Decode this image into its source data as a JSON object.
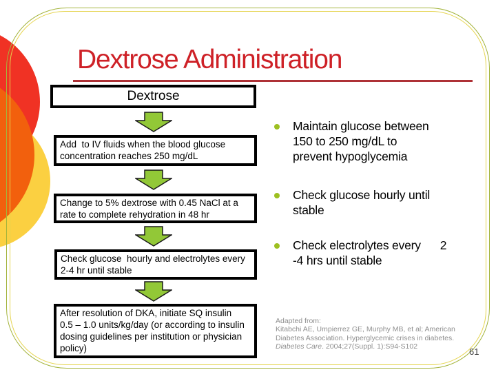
{
  "slide": {
    "title": "Dextrose Administration",
    "page_number": "61"
  },
  "colors": {
    "title_red": "#CE2127",
    "underline_red": "#AE3136",
    "arrow_green": "#92C837",
    "bullet_green": "#9DC021",
    "circle_red": "#F03224",
    "circle_orange": "#F2600D",
    "circle_yellow": "#FBD041",
    "frame_olive": "#A4B43C",
    "frame_yellow": "#E5D44E",
    "citation_gray": "#8F8F8F"
  },
  "flowchart": {
    "boxes": [
      {
        "id": "dextrose",
        "text": "Dextrose"
      },
      {
        "id": "add-iv-fluids",
        "text": "Add  to IV fluids when the blood glucose\nconcentration reaches 250 mg/dL"
      },
      {
        "id": "change-dextrose",
        "text": "Change to 5% dextrose with 0.45 NaCl at a\nrate to complete rehydration in 48 hr"
      },
      {
        "id": "check-glucose-electrolytes",
        "text": "Check glucose  hourly and electrolytes every\n2-4 hr until stable"
      },
      {
        "id": "sq-insulin",
        "text": "After resolution of DKA, initiate SQ insulin\n0.5 – 1.0 units/kg/day (or according to insulin\ndosing guidelines per institution or physician\npolicy)"
      }
    ]
  },
  "bullets": [
    {
      "text": "Maintain glucose between\n150 to 250 mg/dL to\nprevent hypoglycemia"
    },
    {
      "text": "Check glucose hourly until\nstable"
    },
    {
      "text": "Check electrolytes every      2\n-4 hrs until stable"
    }
  ],
  "citation": {
    "intro": "Adapted from:",
    "line2": "Kitabchi AE, Umpierrez GE, Murphy MB, et al; American",
    "line3": "Diabetes Association. Hyperglycemic crises in diabetes.",
    "journal_italic": "Diabetes Care",
    "ref_rest": ". 2004;27(Suppl. 1):S94-S102"
  }
}
